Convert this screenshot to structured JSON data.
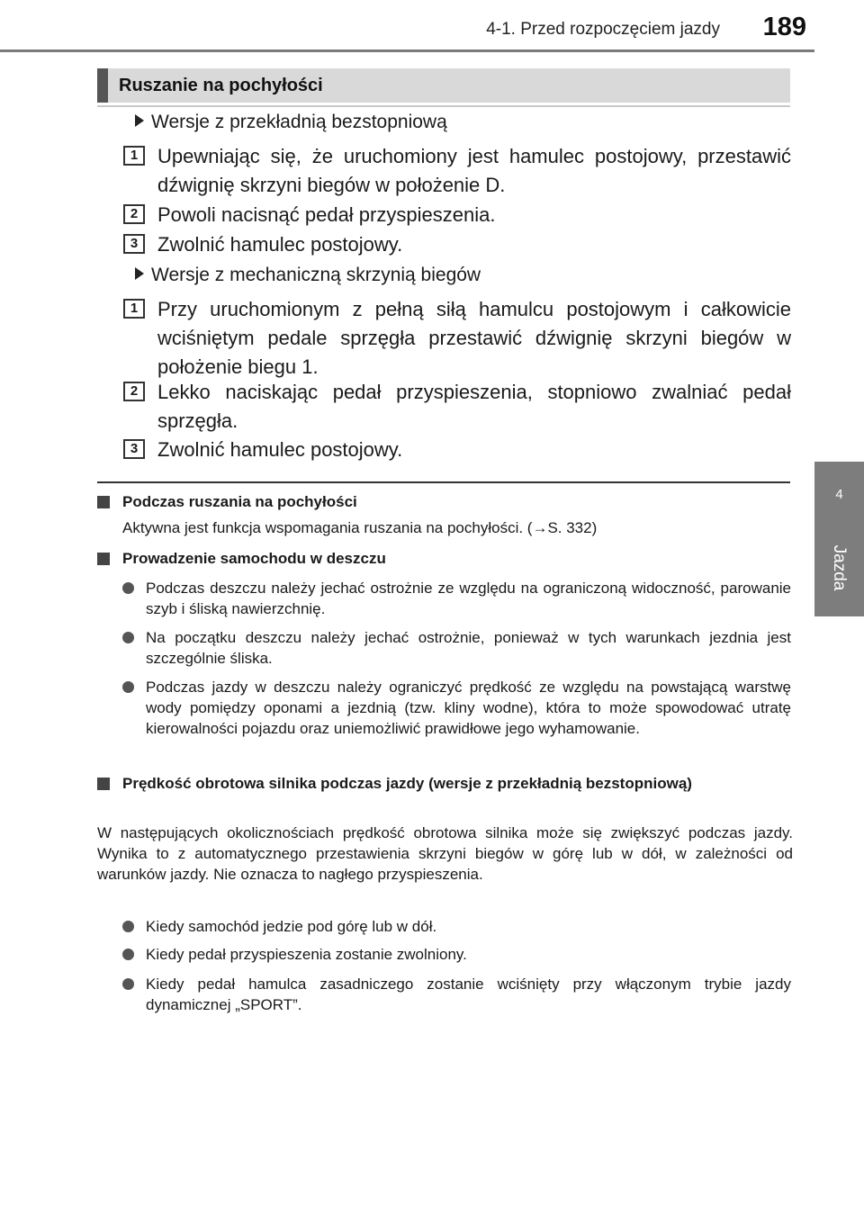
{
  "header": {
    "chapter": "4-1. Przed rozpoczęciem jazdy",
    "page_number": "189"
  },
  "side_tab": {
    "number": "4",
    "label": "Jazda"
  },
  "section": {
    "title": "Ruszanie na pochyłości"
  },
  "variant_a": {
    "title": "Wersje z przekładnią bezstopniową",
    "steps": [
      {
        "num": "1",
        "text": "Upewniając się, że uruchomiony jest hamulec postojowy, przestawić dźwignię skrzyni biegów w położenie D."
      },
      {
        "num": "2",
        "text": "Powoli nacisnąć pedał przyspieszenia."
      },
      {
        "num": "3",
        "text": "Zwolnić hamulec postojowy."
      }
    ]
  },
  "variant_b": {
    "title": "Wersje z mechaniczną skrzynią biegów",
    "steps": [
      {
        "num": "1",
        "text": "Przy uruchomionym z pełną siłą hamulcu postojowym i całkowicie wciśniętym pedale sprzęgła przestawić dźwignię skrzyni biegów w położenie biegu 1."
      },
      {
        "num": "2",
        "text": "Lekko naciskając pedał przyspieszenia, stopniowo zwalniać pedał sprzęgła."
      },
      {
        "num": "3",
        "text": "Zwolnić hamulec postojowy."
      }
    ]
  },
  "notes": [
    {
      "title": "Podczas ruszania na pochyłości",
      "body": "Aktywna jest funkcja wspomagania ruszania na pochyłości. (→S. 332)"
    },
    {
      "title": "Prowadzenie samochodu w deszczu",
      "bullets": [
        "Podczas deszczu należy jechać ostrożnie ze względu na ograniczoną widoczność, parowanie szyb i śliską nawierzchnię.",
        "Na początku deszczu należy jechać ostrożnie, ponieważ w tych warunkach jezdnia jest szczególnie śliska.",
        "Podczas jazdy w deszczu należy ograniczyć prędkość ze względu na powstającą warstwę wody pomiędzy oponami a jezdnią (tzw. kliny wodne), która to może spowodować utratę kierowalności pojazdu oraz uniemożliwić prawidłowe jego wyhamowanie."
      ]
    },
    {
      "title": "Prędkość obrotowa silnika podczas jazdy (wersje z przekładnią bezstopniową)",
      "body": "W następujących okolicznościach prędkość obrotowa silnika może się zwiększyć podczas jazdy. Wynika to z automatycznego przestawienia skrzyni biegów w górę lub w dół, w zależności od warunków jazdy. Nie oznacza to nagłego przyspieszenia.",
      "bullets": [
        "Kiedy samochód jedzie pod górę lub w dół.",
        "Kiedy pedał przyspieszenia zostanie zwolniony.",
        "Kiedy pedał hamulca zasadniczego zostanie wciśnięty przy włączonym trybie jazdy dynamicznej „SPORT”."
      ]
    }
  ]
}
